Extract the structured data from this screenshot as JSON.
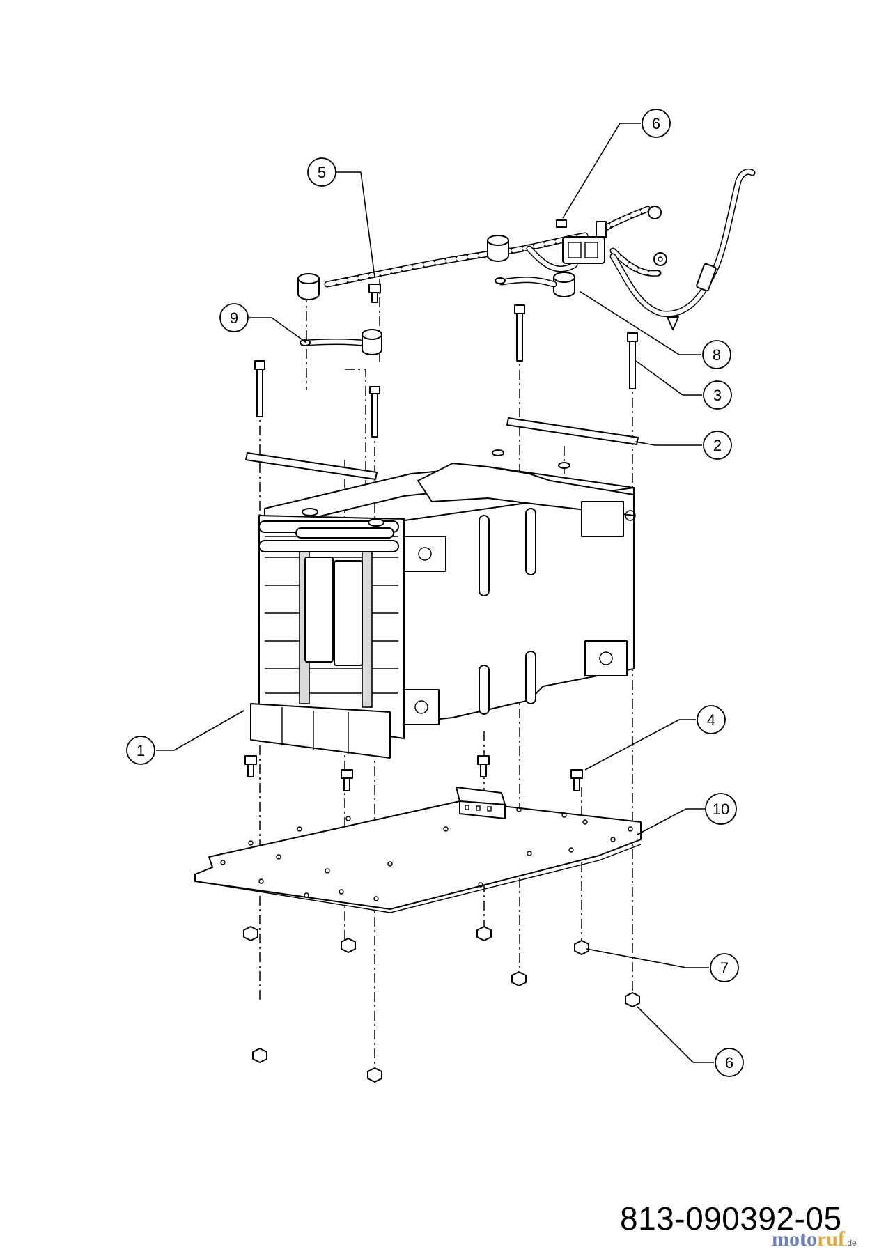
{
  "diagram": {
    "part_number": "813-090392-05",
    "watermark": {
      "brand_a": "moto",
      "brand_b": "ruf",
      "suffix": ".de"
    },
    "callouts": [
      {
        "id": "c1",
        "label": "1"
      },
      {
        "id": "c2",
        "label": "2"
      },
      {
        "id": "c3",
        "label": "3"
      },
      {
        "id": "c4",
        "label": "4"
      },
      {
        "id": "c5",
        "label": "5"
      },
      {
        "id": "c6a",
        "label": "6"
      },
      {
        "id": "c6b",
        "label": "6"
      },
      {
        "id": "c7",
        "label": "7"
      },
      {
        "id": "c8",
        "label": "8"
      },
      {
        "id": "c9",
        "label": "9"
      },
      {
        "id": "c10",
        "label": "10"
      }
    ]
  }
}
